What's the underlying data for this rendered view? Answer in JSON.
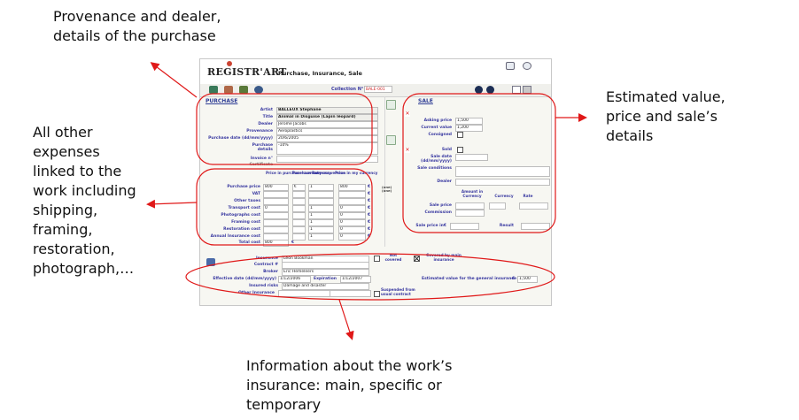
{
  "annotations": {
    "provenance": [
      "Provenance and dealer,",
      "details of the purchase"
    ],
    "expenses": [
      "All other",
      "expenses",
      "linked to the",
      "work including",
      "shipping,",
      "framing,",
      "restoration,",
      "photograph,…"
    ],
    "estimated": [
      "Estimated value,",
      "price and sale’s",
      "details"
    ],
    "insurance": [
      "Information about the work’s",
      "insurance: main, specific or",
      "temporary"
    ]
  },
  "app": {
    "logo": "REGISTR'ART",
    "title": "Purchase, Insurance, Sale",
    "collection_label": "Collection N°",
    "collection_value": "BALE-001"
  },
  "purchase": {
    "heading": "PURCHASE",
    "fields": [
      {
        "label": "Artist",
        "value": "BALLEUX Stephane"
      },
      {
        "label": "Title",
        "value": "Animal in Disguise (Lapin léopard)"
      },
      {
        "label": "Dealer",
        "value": "Jerome Jacobs"
      },
      {
        "label": "Provenance",
        "value": "Aeroplastics"
      },
      {
        "label": "Purchase date (dd/mm/yyyy)",
        "value": "20/6/2005"
      },
      {
        "label": "Purchase details",
        "value": "-10%"
      },
      {
        "label": "Invoice n°",
        "value": ""
      },
      {
        "label": "Certificate",
        "value": ""
      }
    ]
  },
  "expenses": {
    "col_headers": [
      "Price in purchase currency",
      "Purchase currency",
      "Rate conversion",
      "Price in my currency"
    ],
    "rows": [
      {
        "label": "Purchase price",
        "price": "800",
        "currency": "€",
        "rate": "1",
        "mine": "800"
      },
      {
        "label": "VAT",
        "price": "",
        "currency": "",
        "rate": "",
        "mine": ""
      },
      {
        "label": "Other taxes",
        "price": "",
        "currency": "",
        "rate": "",
        "mine": ""
      },
      {
        "label": "Transport cost",
        "price": "0",
        "currency": "",
        "rate": "1",
        "mine": "0"
      },
      {
        "label": "Photographs cost",
        "price": "",
        "currency": "",
        "rate": "1",
        "mine": "0"
      },
      {
        "label": "Framing cost",
        "price": "",
        "currency": "",
        "rate": "1",
        "mine": "0"
      },
      {
        "label": "Restoration cost",
        "price": "",
        "currency": "",
        "rate": "1",
        "mine": "0"
      },
      {
        "label": "Annual Insurance cost",
        "price": "",
        "currency": "",
        "rate": "1",
        "mine": "0"
      }
    ],
    "total_label": "Total cost",
    "total_value": "800",
    "unit": "€",
    "side_note": "(one) (one)"
  },
  "sale": {
    "heading": "SALE",
    "asking_price_label": "Asking price",
    "asking_price": "1,500",
    "current_value_label": "Current value",
    "current_value": "1,200",
    "consigned_label": "Consigned",
    "sold_label": "Sold",
    "sale_date_label": "Sale date (dd/mm/yyyy)",
    "sale_conditions_label": "Sale conditions",
    "dealer_label": "Dealer",
    "amount_header": "Amount in Currency",
    "currency_header": "Currency",
    "rate_header": "Rate",
    "sale_price_label": "Sale price",
    "commission_label": "Commission",
    "sale_price_mine_label": "Sale price in€",
    "result_label": "Result"
  },
  "insurance": {
    "insurance_label": "Insurance",
    "insurance_value": "Leon Bookman",
    "not_covered_label": "Not covered",
    "covered_label": "Covered by main insurance",
    "contract_label": "Contract #",
    "broker_label": "Broker",
    "broker_value": "Eric Hemeleers",
    "effective_label": "Effective date (dd/mm/yyyy)",
    "effective_value": "1/12/2006",
    "expiration_label": "Expiration",
    "expiration_value": "1/12/2007",
    "estimated_label": "Estimated value for the general insurance",
    "estimated_value": "1,500",
    "risks_label": "Insured risks",
    "risks_value": "Damage and disaster",
    "other_label": "Other Insurance",
    "suspended_label": "Suspended from usual contract"
  },
  "colors": {
    "annotation_red": "#e01818",
    "label_blue": "#3838a0"
  }
}
